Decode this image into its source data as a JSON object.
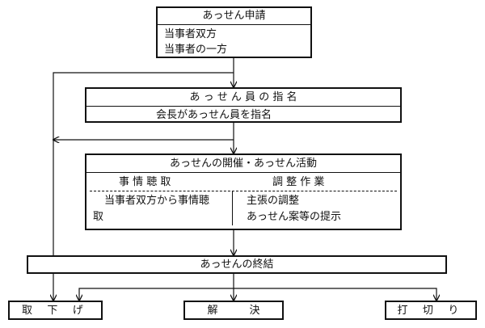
{
  "application": {
    "title": "あっせん申請",
    "items": [
      "当事者双方",
      "当事者の一方"
    ]
  },
  "appointment": {
    "title": "あ っ せ ん 員 の 指 名",
    "body": "会長があっせん員を指名"
  },
  "activity": {
    "title": "あっせんの開催・あっせん活動",
    "left_header": "事 情 聴 取",
    "right_header": "調 整 作 業",
    "left_lines": [
      "当事者双方から事情聴",
      "取"
    ],
    "right_lines": [
      "主張の調整",
      "あっせん案等の提示"
    ]
  },
  "conclusion": {
    "title": "あっせんの終結"
  },
  "outcomes": [
    "取 下 げ",
    "解　　　決",
    "打 切 り"
  ]
}
